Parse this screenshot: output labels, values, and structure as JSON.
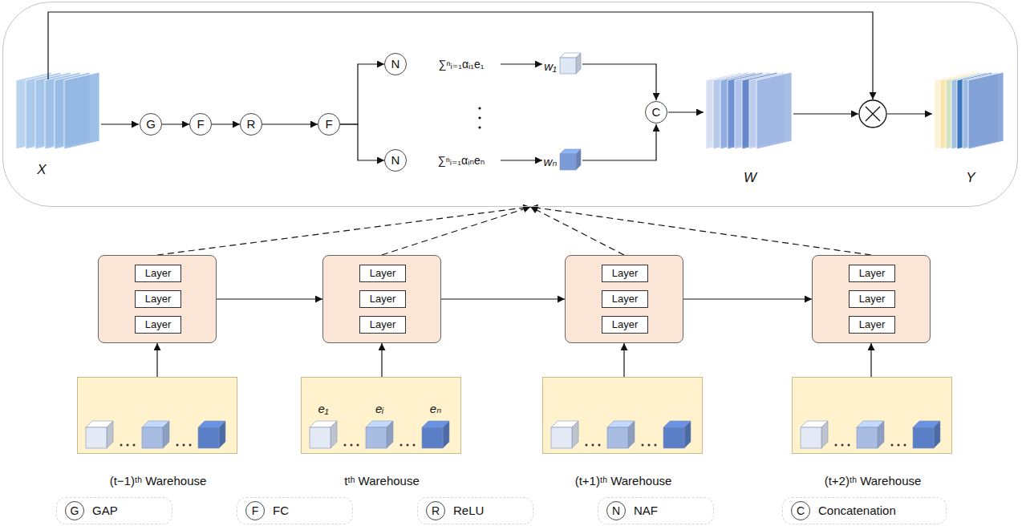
{
  "diagram": {
    "nodes": [
      {
        "text": []
      },
      {
        "text": [
          "G"
        ],
        "in": 0
      },
      {
        "text": [
          "F"
        ],
        "in": 0
      },
      {
        "text": [
          "R"
        ],
        "in": 0
      },
      {
        "text": [
          "F"
        ],
        "in": 0
      },
      {
        "text": [
          "N"
        ],
        "in": 0
      },
      {
        "text": [
          "N"
        ],
        "in": 0
      },
      {
        "text": [
          "C"
        ],
        "in": 0
      },
      {
        "text": []
      },
      {
        "text": [
          "Layer"
        ],
        "in": 8
      },
      {
        "text": [
          "Layer"
        ],
        "in": 8
      },
      {
        "text": [
          "Layer"
        ],
        "in": 8
      },
      {
        "text": [
          "(t−1)ᵗʰ Warehouse"
        ]
      },
      {
        "text": []
      },
      {
        "text": [
          "Layer"
        ],
        "in": 13
      },
      {
        "text": [
          "Layer"
        ],
        "in": 13
      },
      {
        "text": [
          "Layer"
        ],
        "in": 13
      },
      {
        "text": [
          "e₁",
          "eᵢ",
          "eₙ",
          "tᵗʰ Warehouse"
        ]
      },
      {
        "text": []
      },
      {
        "text": [
          "Layer"
        ],
        "in": 18
      },
      {
        "text": [
          "Layer"
        ],
        "in": 18
      },
      {
        "text": [
          "Layer"
        ],
        "in": 18
      },
      {
        "text": [
          "(t+1)ᵗʰ Warehouse"
        ]
      },
      {
        "text": []
      },
      {
        "text": [
          "Layer"
        ],
        "in": 23
      },
      {
        "text": [
          "Layer"
        ],
        "in": 23
      },
      {
        "text": [
          "Layer"
        ],
        "in": 23
      },
      {
        "text": [
          "(t+2)ᵗʰ Warehouse"
        ]
      }
    ],
    "edges": [
      {
        "from": 1,
        "to": 2,
        "arrow": "to"
      },
      {
        "from": 2,
        "to": 3,
        "arrow": "to"
      },
      {
        "from": 3,
        "to": 4,
        "arrow": "to"
      },
      {
        "from": 4,
        "to": 5,
        "arrow": "to"
      },
      {
        "from": 4,
        "to": 6,
        "arrow": "to"
      },
      {
        "from": 9,
        "to": 10,
        "arrow": "none"
      },
      {
        "from": 10,
        "to": 11,
        "arrow": "none"
      },
      {
        "from": 9,
        "to": 11,
        "arrow": "both"
      },
      {
        "from": 12,
        "to": 8,
        "arrow": "to"
      },
      {
        "from": 8,
        "to": 0,
        "arrow": "to"
      },
      {
        "from": 14,
        "to": 15,
        "arrow": "none"
      },
      {
        "from": 15,
        "to": 16,
        "arrow": "none"
      },
      {
        "from": 14,
        "to": 16,
        "arrow": "both"
      },
      {
        "from": 17,
        "to": 13,
        "arrow": "to"
      },
      {
        "from": 13,
        "to": 0,
        "arrow": "to"
      },
      {
        "from": 19,
        "to": 20,
        "arrow": "none"
      },
      {
        "from": 20,
        "to": 21,
        "arrow": "none"
      },
      {
        "from": 19,
        "to": 21,
        "arrow": "both"
      },
      {
        "from": 22,
        "to": 18,
        "arrow": "to"
      },
      {
        "from": 18,
        "to": 0,
        "arrow": "to"
      },
      {
        "from": 24,
        "to": 25,
        "arrow": "none"
      },
      {
        "from": 25,
        "to": 26,
        "arrow": "none"
      },
      {
        "from": 24,
        "to": 26,
        "arrow": "both"
      },
      {
        "from": 27,
        "to": 23,
        "arrow": "to"
      },
      {
        "from": 23,
        "to": 0,
        "arrow": "to"
      },
      {
        "from": 8,
        "to": 13,
        "arrow": "to"
      },
      {
        "from": 13,
        "to": 18,
        "arrow": "to"
      },
      {
        "from": 18,
        "to": 23,
        "arrow": "to"
      }
    ],
    "labels": [
      "X",
      "∑ⁿᵢ₌₁αᵢ₁e₁",
      "∑ⁿᵢ₌₁αᵢₙeₙ",
      "w₁",
      "wₙ",
      "W",
      "Y",
      "G",
      "F",
      "R",
      "N",
      "C"
    ],
    "legend": [
      {
        "text": "GAP"
      },
      {
        "text": "FC"
      },
      {
        "text": "ReLU"
      },
      {
        "text": "NAF"
      },
      {
        "text": "Concatenation"
      }
    ]
  }
}
